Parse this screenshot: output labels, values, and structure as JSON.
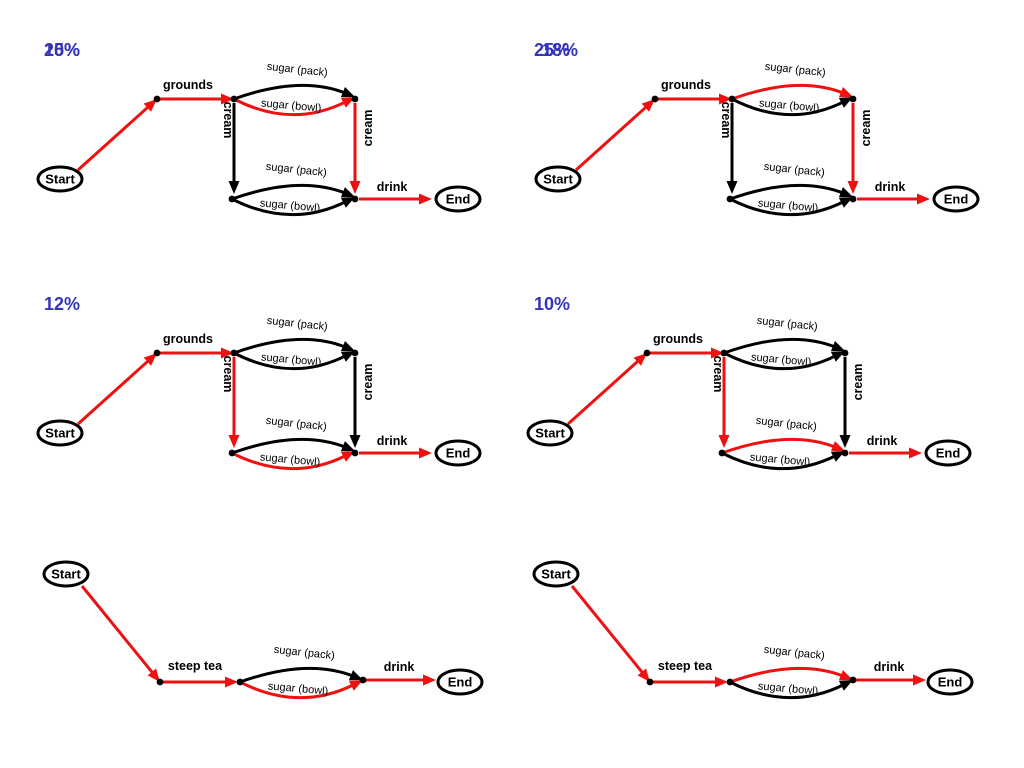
{
  "colors": {
    "highlight": "#ee1111",
    "normal": "#000000",
    "percent": "#3535b8"
  },
  "labels": {
    "start": "Start",
    "end": "End",
    "grounds": "grounds",
    "cream": "cream",
    "sugar_pack": "sugar (pack)",
    "sugar_bowl": "sugar (bowl)",
    "drink": "drink",
    "steep_tea": "steep tea"
  },
  "panels": [
    {
      "kind": "coffee",
      "percent": "15%",
      "highlight": [
        "start_grounds",
        "grounds_c0",
        "c0_bowl",
        "vcream_right",
        "drink"
      ]
    },
    {
      "kind": "coffee",
      "percent": "18%",
      "highlight": [
        "start_grounds",
        "grounds_c0",
        "c0_pack",
        "vcream_right",
        "drink"
      ]
    },
    {
      "kind": "coffee",
      "percent": "12%",
      "highlight": [
        "start_grounds",
        "grounds_c0",
        "vcream_left",
        "c1_bowl",
        "drink"
      ]
    },
    {
      "kind": "coffee",
      "percent": "10%",
      "highlight": [
        "start_grounds",
        "grounds_c0",
        "vcream_left",
        "c1_pack",
        "drink"
      ]
    },
    {
      "kind": "tea",
      "percent": "20%",
      "highlight": [
        "start_steep",
        "steep_s",
        "s_bowl",
        "drink"
      ]
    },
    {
      "kind": "tea",
      "percent": "25%",
      "highlight": [
        "start_steep",
        "steep_s",
        "s_pack",
        "drink"
      ]
    }
  ]
}
